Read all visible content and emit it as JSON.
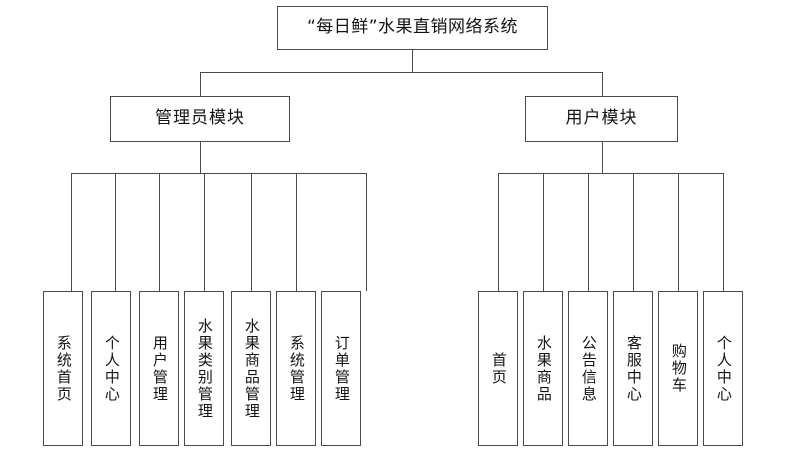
{
  "diagram": {
    "type": "organizational-tree",
    "title": "“每日鲜”水果直销网络系统",
    "orientation": "top-down",
    "levels": 3,
    "colors": {
      "background": "#ffffff",
      "border": "#4a4a4a",
      "text": "#141414"
    },
    "root": {
      "label": "“每日鲜”水果直销网络系统"
    },
    "modules": [
      {
        "id": "admin",
        "label": "管理员模块"
      },
      {
        "id": "user",
        "label": "用户模块"
      }
    ],
    "admin_children": [
      {
        "label": "系统首页"
      },
      {
        "label": "个人中心"
      },
      {
        "label": "用户管理"
      },
      {
        "label": "水果类别管理"
      },
      {
        "label": "水果商品管理"
      },
      {
        "label": "系统管理"
      },
      {
        "label": "订单管理"
      }
    ],
    "user_children": [
      {
        "label": "首页"
      },
      {
        "label": "水果商品"
      },
      {
        "label": "公告信息"
      },
      {
        "label": "客服中心"
      },
      {
        "label": "购物车"
      },
      {
        "label": "个人中心"
      }
    ]
  }
}
